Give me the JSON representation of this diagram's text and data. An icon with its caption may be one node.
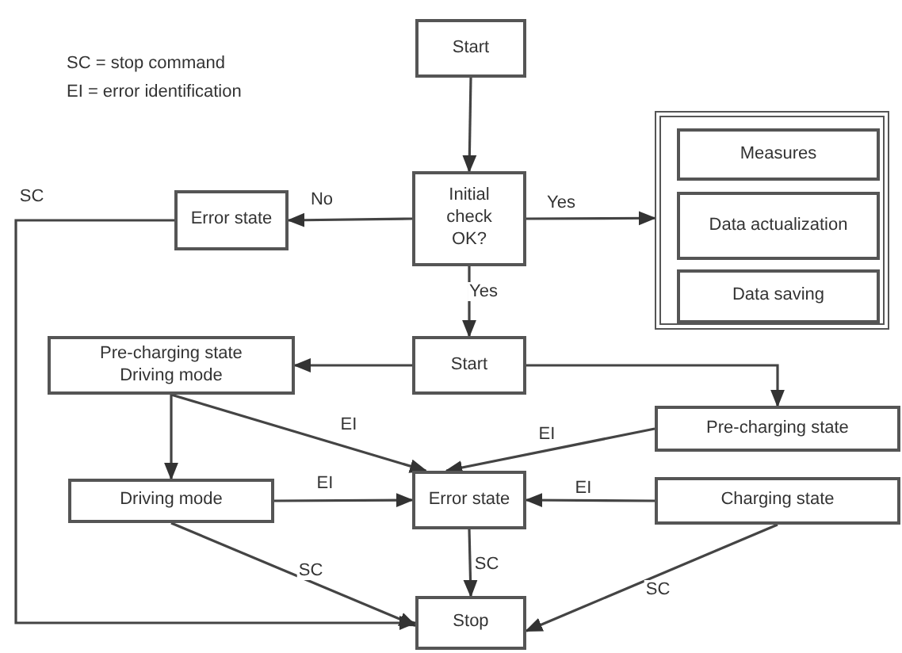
{
  "diagram": {
    "nodes": [
      {
        "text": [
          "Start"
        ]
      },
      {
        "text": [
          "Initial check OK?"
        ]
      },
      {
        "text": [
          "Error state"
        ]
      },
      {
        "text": [],
        "shape": "box"
      },
      {
        "text": [
          "Measures"
        ],
        "in": 3
      },
      {
        "text": [
          "Data actualization"
        ],
        "in": 3
      },
      {
        "text": [
          "Data saving"
        ],
        "in": 3
      },
      {
        "text": [
          "Start"
        ]
      },
      {
        "text": [
          "Pre-charging state Driving mode"
        ]
      },
      {
        "text": [
          "Pre-charging state"
        ]
      },
      {
        "text": [
          "Driving mode"
        ]
      },
      {
        "text": [
          "Error state"
        ]
      },
      {
        "text": [
          "Charging state"
        ]
      },
      {
        "text": [
          "Stop"
        ]
      }
    ],
    "edges": [
      {
        "from": 0,
        "to": 1,
        "arrow": "to"
      },
      {
        "from": 1,
        "to": 2,
        "arrow": "to",
        "label": "No"
      },
      {
        "from": 1,
        "to": 3,
        "arrow": "to",
        "label": "Yes"
      },
      {
        "from": 1,
        "to": 7,
        "arrow": "to",
        "label": "Yes"
      },
      {
        "from": 7,
        "to": 8,
        "arrow": "to"
      },
      {
        "from": 7,
        "to": 9,
        "arrow": "to"
      },
      {
        "from": 8,
        "to": 10,
        "arrow": "to"
      },
      {
        "from": 8,
        "to": 11,
        "arrow": "to",
        "label": "EI"
      },
      {
        "from": 9,
        "to": 11,
        "arrow": "to",
        "label": "EI"
      },
      {
        "from": 10,
        "to": 11,
        "arrow": "to",
        "label": "EI"
      },
      {
        "from": 12,
        "to": 11,
        "arrow": "to",
        "label": "EI"
      },
      {
        "from": 11,
        "to": 13,
        "arrow": "to",
        "label": "SC"
      },
      {
        "from": 10,
        "to": 13,
        "arrow": "to",
        "label": "SC"
      },
      {
        "from": 12,
        "to": 13,
        "arrow": "to",
        "label": "SC"
      },
      {
        "from": 2,
        "to": 13,
        "arrow": "to",
        "label": "SC"
      }
    ],
    "labels": [
      "SC = stop command",
      "EI = error identification"
    ]
  }
}
